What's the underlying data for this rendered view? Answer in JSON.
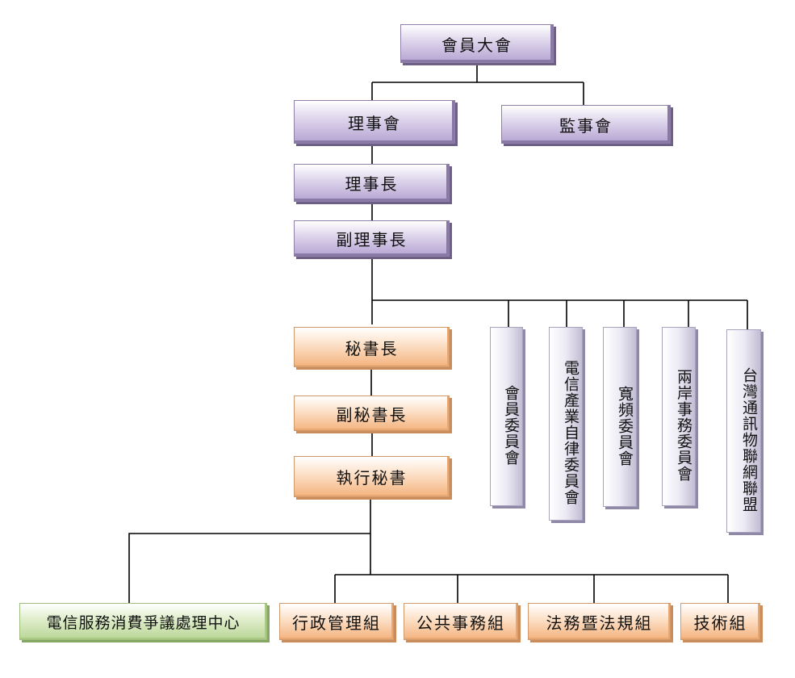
{
  "nodes": {
    "general_assembly": "會員大會",
    "board_of_directors": "理事會",
    "board_of_supervisors": "監事會",
    "chairman": "理事長",
    "vice_chairman": "副理事長",
    "secretary_general": "秘書長",
    "deputy_secretary_general": "副秘書長",
    "executive_secretary": "執行秘書",
    "committees": [
      "會員委員會",
      "電信產業自律委員會",
      "寬頻委員會",
      "兩岸事務委員會",
      "台灣通訊物聯網聯盟"
    ],
    "dispute_center": "電信服務消費爭議處理中心",
    "groups": [
      "行政管理組",
      "公共事務組",
      "法務暨法規組",
      "技術組"
    ]
  }
}
